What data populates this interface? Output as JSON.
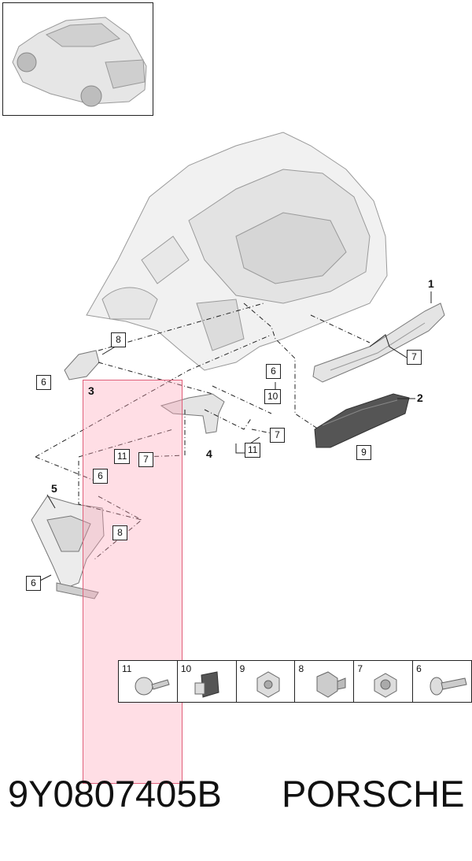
{
  "callouts": {
    "c8a": "8",
    "c6a": "6",
    "c7a": "7",
    "c6b": "6",
    "c10": "10",
    "c7b": "7",
    "c11a": "11",
    "c7c": "7",
    "c11b": "11",
    "c6c": "6",
    "c9": "9",
    "c8b": "8",
    "c6d": "6"
  },
  "part_numbers": {
    "p1": "1",
    "p2": "2",
    "p3": "3",
    "p4": "4",
    "p5": "5"
  },
  "fasteners": [
    "11",
    "10",
    "9",
    "8",
    "7",
    "6"
  ],
  "footer": {
    "part_number": "9Y0807405B",
    "brand": "PORSCHE"
  },
  "colors": {
    "highlight": "#ffc0cc",
    "highlight_border": "#e0607a",
    "line": "#222222"
  }
}
